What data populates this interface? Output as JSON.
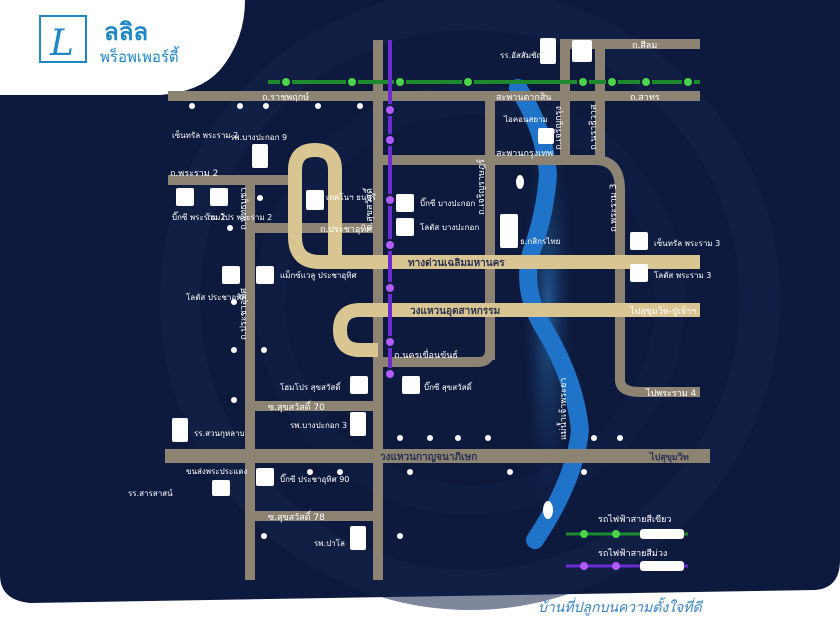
{
  "brand": {
    "name": "ลลิล",
    "subtitle": "พร็อพเพอร์ตี้",
    "logo_letter": "L"
  },
  "tagline": "บ้านที่ปลูกบนความตั้งใจที่ดี",
  "colors": {
    "background": "#0d1a3d",
    "road": "#8d8373",
    "expressway": "#d9c592",
    "river": "#1f73c9",
    "green_line": "#1d8a2e",
    "purple_line": "#6a2bd0",
    "brand": "#1f86c8"
  },
  "roads": {
    "silom": "ถ.สีลม",
    "ratchaphruek": "ถ.ราชพฤกษ์",
    "saphan_taksin": "สะพานตากสิน",
    "sathorn": "ถ.สาทร",
    "charoen_krung": "ถ.เจริญกรุง",
    "narathiwat": "ถ.นราธิวาส",
    "saphan_krungthep": "สะพานกรุงเทพ",
    "rama2": "ถ.พระราม 2",
    "sukhumvit_rd": "ถ.สุขสวัสดิ์",
    "charoen_rat": "ถ.เจริญราษฎร์",
    "rama3": "ถ.พระราม 3",
    "prachauthit": "ถ.ประชาอุทิศ",
    "pracha_uthit_v": "ถ.ประชาอุทิศ",
    "phutthabucha": "ถ.พุทธบูชา",
    "chalerm_maha_nakhon": "ทางด่วนเฉลิมมหานคร",
    "industrial_ring": "วงแหวนอุตสาหกรรม",
    "to_sukhumvit_puchao": "ไปสุขุมวิท-ปู่เจ้าฯ",
    "nakhon_khuean_khan": "ถ.นครเขื่อนขันธ์",
    "to_rama4": "ไปพระราม 4",
    "soi_suksawat70": "ซ.สุขสวัสดิ์ 70",
    "kanchanaphisek": "วงแหวนกาญจนาภิเษก",
    "to_sukhumvit": "ไปสุขุมวิท",
    "soi_suksawat78": "ซ.สุขสวัสดิ์ 78",
    "river": "แม่น้ำเจ้าพระยา"
  },
  "landmarks": {
    "assumption": "รร.อัสสัมชัญ",
    "central_rama2_a": "เซ็นทรัล พระราม 2",
    "bangpakok9": "รพ.บางปะกอก 9",
    "bigc_rama2": "บิ๊กซี พระราม 2",
    "homepro_rama2": "โฮมโปร พระราม 2",
    "technic_thonburi": "เทคโนฯ ธนบุรี",
    "bigc_bangpakok": "บิ๊กซี บางปะกอก",
    "lotus_bangpakok": "โลตัส บางปะกอก",
    "ktb": "ธ.กสิกรไทย",
    "central_rama3": "เซ็นทรัล พระราม 3",
    "lotus_rama3": "โลตัส พระราม 3",
    "iconsiam": "ไอคอนสยาม",
    "makro_prachauthit": "แม็กซ์แวลู ประชาอุทิศ",
    "lotus_prachauthit": "โลตัส ประชาอุทิศ",
    "homepro_suksawat": "โฮมโปร สุขสวัสดิ์",
    "bigc_suksawat": "บิ๊กซี สุขสวัสดิ์",
    "ruamsuan": "รร.สวนกุหลาบ",
    "bangpakok3": "รพ.บางปะกอก 3",
    "lotus_bangpakok_a": "ขนส่งพระประแดง",
    "bigc_prachauthit90": "บิ๊กซี ประชาอุทิศ 90",
    "ramsarasas": "รร.สารสาสน์",
    "bangphli_hosp": "รพ.ปาโล"
  },
  "legend": {
    "green_line": "รถไฟฟ้าสายสีเขียว",
    "purple_line": "รถไฟฟ้าสายสีม่วง"
  }
}
